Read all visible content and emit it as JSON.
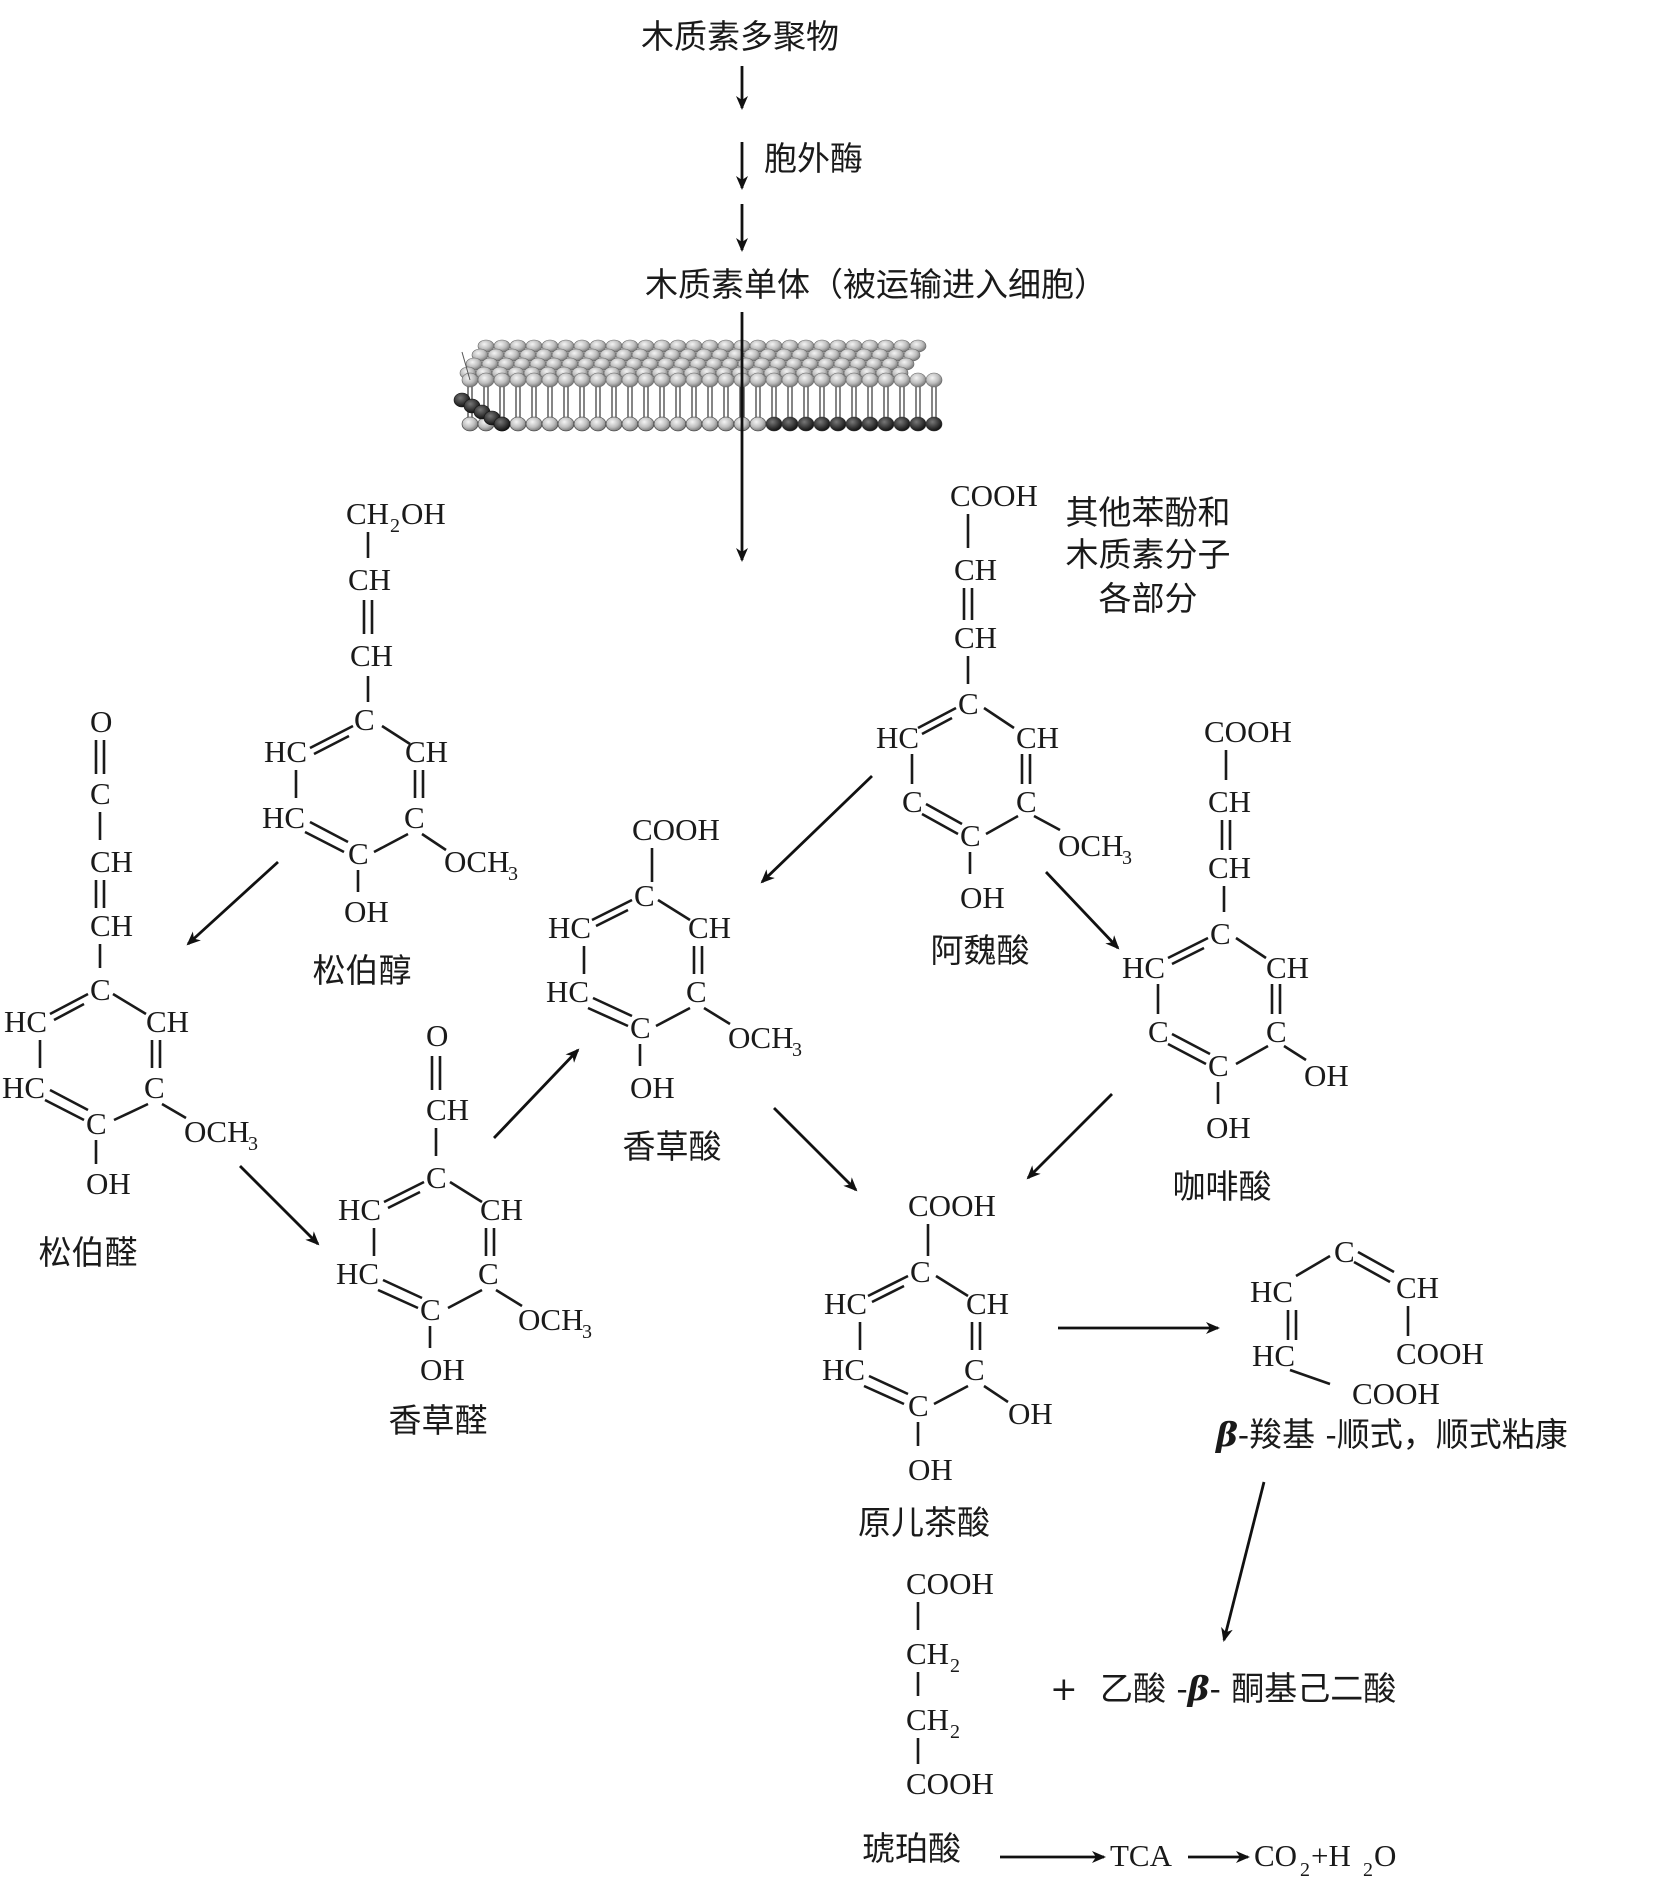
{
  "title_chain": {
    "polymer": "木质素多聚物",
    "enzyme": "胞外酶",
    "monomer": "木质素单体（被运输进入细胞）"
  },
  "side_note": [
    "其他苯酚和",
    "木质素分子",
    "各部分"
  ],
  "compounds": {
    "coniferyl_alcohol": "松伯醇",
    "coniferyl_aldehyde": "松伯醛",
    "vanillin": "香草醛",
    "vanillic_acid": "香草酸",
    "ferulic_acid": "阿魏酸",
    "caffeic_acid": "咖啡酸",
    "protocatechuic_acid": "原儿茶酸",
    "carboxy_muconate_beta": "β",
    "carboxy_muconate_rest": "-羧基 -顺式，顺式粘康",
    "succinic_acid": "琥珀酸",
    "plus": "+",
    "acetyl_pre": "乙酸 -",
    "acetyl_beta": "β",
    "acetyl_post": "- 酮基己二酸"
  },
  "final_chain": {
    "tca": "TCA",
    "co2_h2o_a": "CO",
    "co2_sub": "2",
    "co2_h2o_b": "+H",
    "h2o_sub": "2",
    "co2_h2o_c": "O"
  }
}
